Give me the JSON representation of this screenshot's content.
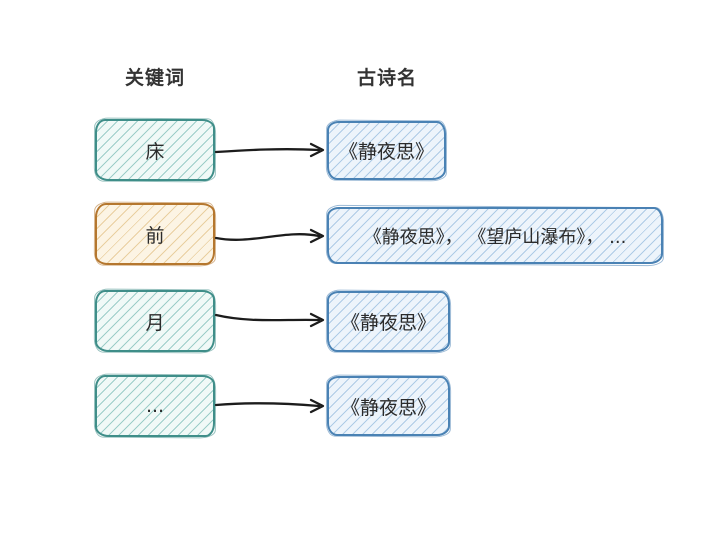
{
  "headers": {
    "keywords": "关键词",
    "poems": "古诗名"
  },
  "rows": [
    {
      "keyword": "床",
      "poems": "《静夜思》"
    },
    {
      "keyword": "前",
      "poems": "《静夜思》， 《望庐山瀑布》， ...",
      "highlighted": true
    },
    {
      "keyword": "月",
      "poems": "《静夜思》"
    },
    {
      "keyword": "...",
      "poems": "《静夜思》"
    }
  ],
  "colors": {
    "teal_border": "#3f8e89",
    "teal_fill": "#f0f9f7",
    "teal_hatch": "#9ccdc8",
    "blue_border": "#4a82b4",
    "blue_fill": "#edf4fb",
    "blue_hatch": "#aecbe6",
    "orange_border": "#b5772e",
    "orange_fill": "#fcf4e4",
    "orange_hatch": "#e9cfa0",
    "arrow": "#1c1c1c",
    "text": "#2b2b2b"
  }
}
